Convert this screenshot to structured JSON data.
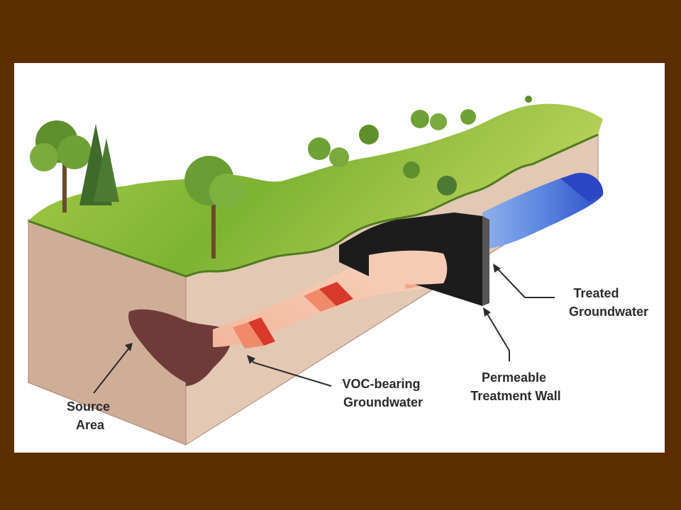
{
  "labels": {
    "source_area": [
      "Source",
      "Area"
    ],
    "voc_groundwater": [
      "VOC-bearing",
      "Groundwater"
    ],
    "treatment_wall": [
      "Permeable",
      "Treatment Wall"
    ],
    "treated_groundwater": [
      "Treated",
      "Groundwater"
    ]
  },
  "colors": {
    "background": "#5c2e00",
    "soil_front": "#e2c7b2",
    "soil_side": "#c9a690",
    "grass": "#8bbd3c",
    "source_stain": "#6e3b39",
    "contaminated_plume": "#f1b49a",
    "plume_hot": "#d8392b",
    "wall": "#1c1c1c",
    "treated_plume": "#3f63d6"
  }
}
